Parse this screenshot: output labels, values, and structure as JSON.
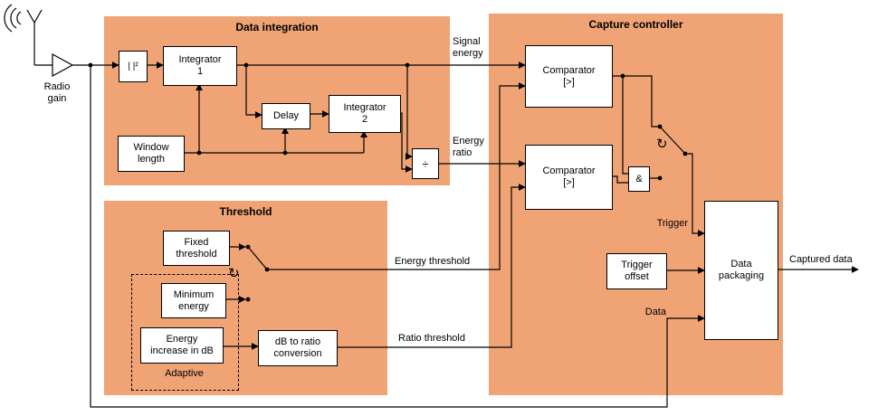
{
  "colors": {
    "region_fill": "#f0a475",
    "block_fill": "#ffffff",
    "line": "#000000"
  },
  "regions": {
    "data_integration": {
      "title": "Data integration"
    },
    "threshold": {
      "title": "Threshold"
    },
    "capture_controller": {
      "title": "Capture controller"
    }
  },
  "blocks": {
    "abs_squared": "| |²",
    "integrator1": "Integrator\n1",
    "delay": "Delay",
    "integrator2": "Integrator\n2",
    "window_length": "Window\nlength",
    "divide": "÷",
    "comparator_energy": "Comparator\n[>]",
    "comparator_ratio": "Comparator\n[>]",
    "and_gate": "&",
    "fixed_threshold": "Fixed\nthreshold",
    "minimum_energy": "Minimum\nenergy",
    "energy_increase": "Energy\nincrease in dB",
    "db_to_ratio": "dB to ratio\nconversion",
    "trigger_offset": "Trigger\noffset",
    "data_packaging": "Data\npackaging"
  },
  "labels": {
    "radio_gain": "Radio\ngain",
    "signal_energy": "Signal\nenergy",
    "energy_ratio": "Energy\nratio",
    "energy_threshold": "Energy threshold",
    "ratio_threshold": "Ratio threshold",
    "trigger": "Trigger",
    "data": "Data",
    "captured_data": "Captured data",
    "adaptive": "Adaptive"
  },
  "icons": {
    "manual_switch": "↻"
  }
}
